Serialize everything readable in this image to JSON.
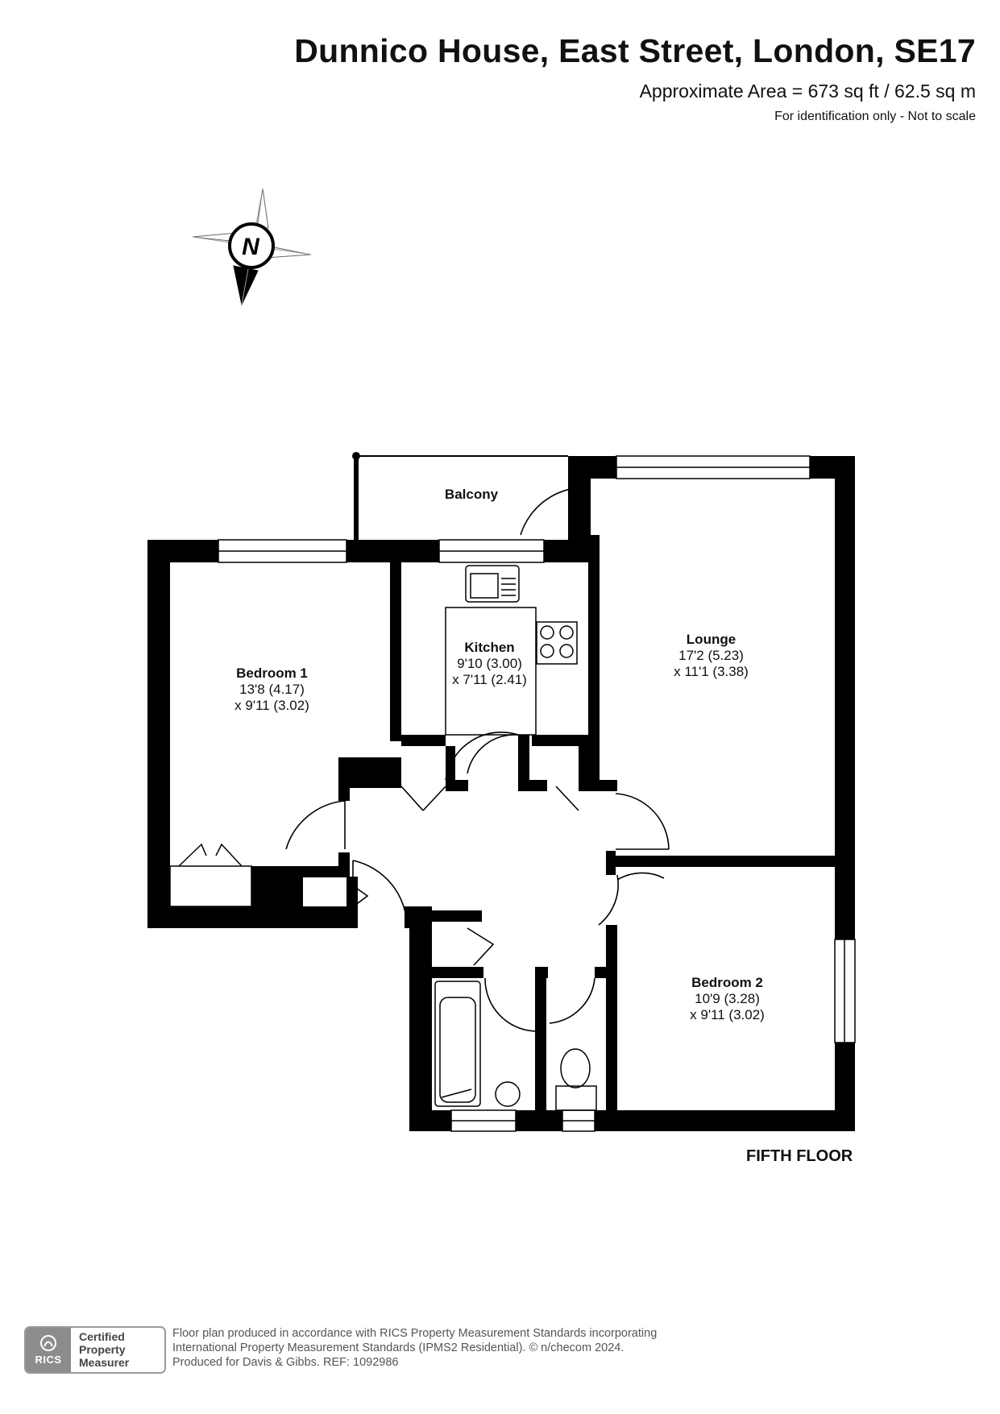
{
  "header": {
    "title": "Dunnico House, East Street, London, SE17",
    "area": "Approximate Area = 673 sq ft / 62.5 sq m",
    "identification": "For identification only - Not to scale"
  },
  "compass": {
    "letter": "N",
    "icon": "north-arrow-icon"
  },
  "rooms": {
    "balcony": {
      "name": "Balcony"
    },
    "kitchen": {
      "name": "Kitchen",
      "dim1": "9'10 (3.00)",
      "dim2": "x 7'11 (2.41)"
    },
    "lounge": {
      "name": "Lounge",
      "dim1": "17'2 (5.23)",
      "dim2": "x 11'1 (3.38)"
    },
    "bedroom1": {
      "name": "Bedroom 1",
      "dim1": "13'8 (4.17)",
      "dim2": "x 9'11 (3.02)"
    },
    "bedroom2": {
      "name": "Bedroom 2",
      "dim1": "10'9 (3.28)",
      "dim2": "x 9'11 (3.02)"
    }
  },
  "floor_label": "FIFTH FLOOR",
  "footer": {
    "badge_word": "RICS",
    "badge_line1": "Certified",
    "badge_line2": "Property",
    "badge_line3": "Measurer",
    "line1": "Floor plan produced in accordance with RICS Property Measurement Standards incorporating",
    "line2": "International Property Measurement Standards (IPMS2 Residential).   © n/checom 2024.",
    "line3": "Produced for Davis & Gibbs.   REF:  1092986"
  },
  "colors": {
    "wall": "#000000",
    "background": "#ffffff",
    "badge_grey": "#8c8c8c"
  }
}
